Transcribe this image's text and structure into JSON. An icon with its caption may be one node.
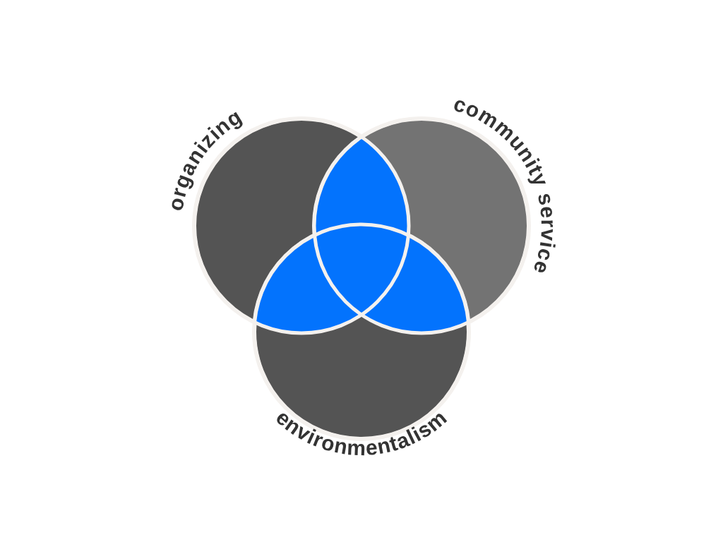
{
  "diagram": {
    "nodes": [
      {
        "text": [
          "organizing"
        ]
      },
      {
        "text": [
          "community service"
        ]
      },
      {
        "text": [
          "environmentalism"
        ]
      }
    ]
  }
}
